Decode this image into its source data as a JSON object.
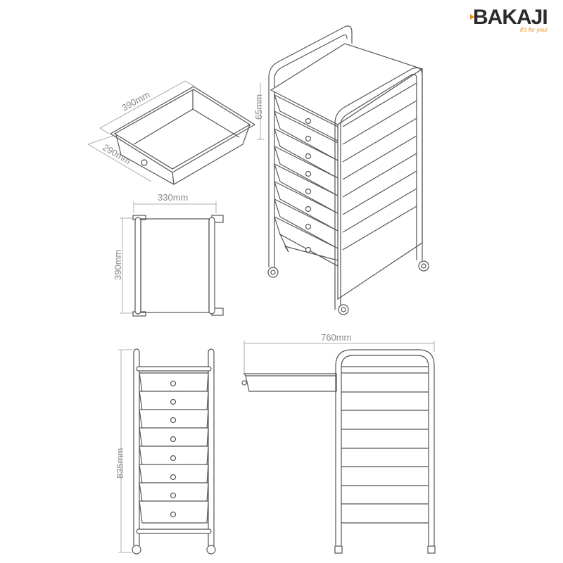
{
  "brand": {
    "name": "BAKAJI",
    "tagline": "It's for you!",
    "accent_color": "#e88a1a",
    "text_color": "#2b2b2b"
  },
  "diagram": {
    "subject": "8-drawer rolling storage cart",
    "drawer_count": 8,
    "views": [
      {
        "id": "drawer-isometric",
        "dimensions": {
          "length": "390mm",
          "width": "290mm",
          "height": "65mm"
        }
      },
      {
        "id": "top-view",
        "dimensions": {
          "width": "330mm",
          "depth": "390mm"
        }
      },
      {
        "id": "cart-isometric"
      },
      {
        "id": "front-view",
        "dimensions": {
          "height": "835mm"
        }
      },
      {
        "id": "side-view",
        "dimensions": {
          "extended_length": "760mm"
        }
      }
    ],
    "labels": {
      "drawer_length": "390mm",
      "drawer_width": "290mm",
      "drawer_height": "65mm",
      "top_width": "330mm",
      "top_depth": "390mm",
      "total_height": "835mm",
      "extended_length": "760mm"
    },
    "line_color": "#555555",
    "dimension_color": "#999999"
  }
}
